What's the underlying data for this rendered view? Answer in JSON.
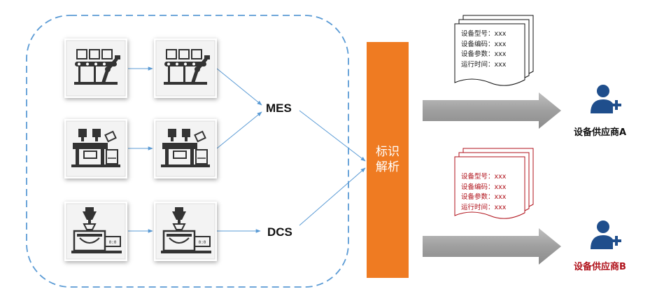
{
  "systems": {
    "mes_label": "MES",
    "dcs_label": "DCS"
  },
  "parsing": {
    "label_line1": "标识",
    "label_line2": "解析"
  },
  "docs": [
    {
      "lines": [
        "设备型号：xxx",
        "设备编码：xxx",
        "设备参数：xxx",
        "运行时间：xxx"
      ],
      "color": "#222222"
    },
    {
      "lines": [
        "设备型号：xxx",
        "设备编码：xxx",
        "设备参数：xxx",
        "运行时间：xxx"
      ],
      "color": "#b0121b"
    }
  ],
  "vendors": [
    {
      "name": "设备供应商A",
      "color": "#111111",
      "icon": "user-add-icon"
    },
    {
      "name": "设备供应商B",
      "color": "#b0121b",
      "icon": "user-add-icon"
    }
  ],
  "colors": {
    "boundary": "#5b9bd5",
    "connector": "#5b9bd5",
    "parse_bar": "#ef7b22",
    "flow_arrow": "#a6a6a6",
    "vendor_icon": "#1f4e8c"
  },
  "icons": {
    "row1": "conveyor-belt-robot-arm-icon",
    "row2": "packaging-machine-icon",
    "row3": "weighing-dispenser-icon"
  }
}
